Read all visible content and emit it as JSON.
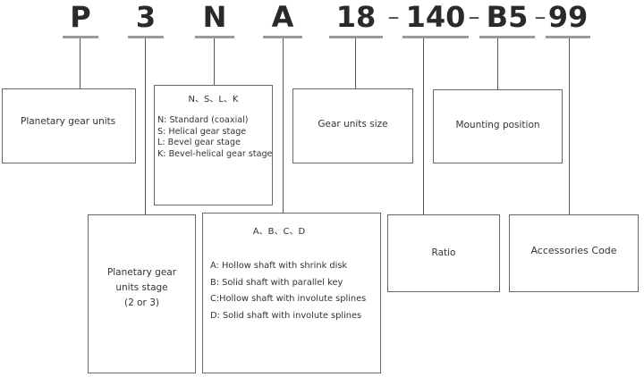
{
  "code": {
    "parts": [
      "P",
      "3",
      "N",
      "A",
      "18",
      "140",
      "B5",
      "99"
    ],
    "separator": "–"
  },
  "boxes": {
    "planetary_units": {
      "label": "Planetary gear units"
    },
    "gear_type": {
      "header": "N、S、L、K",
      "lines": [
        "N: Standard (coaxial)",
        "S: Helical gear stage",
        "L: Bevel gear stage",
        "K: Bevel-helical gear stage"
      ]
    },
    "size": {
      "label": "Gear units size"
    },
    "mounting": {
      "label": "Mounting position"
    },
    "stage": {
      "lines": [
        "Planetary gear",
        "units stage",
        "(2 or 3)"
      ]
    },
    "shaft": {
      "header": "A、B、C、D",
      "lines": [
        "A: Hollow shaft with shrink disk",
        "B: Solid shaft with parallel key",
        "C:Hollow shaft with involute splines",
        "D: Solid shaft with involute splines"
      ]
    },
    "ratio": {
      "label": "Ratio"
    },
    "accessories": {
      "label": "Accessories Code"
    }
  }
}
